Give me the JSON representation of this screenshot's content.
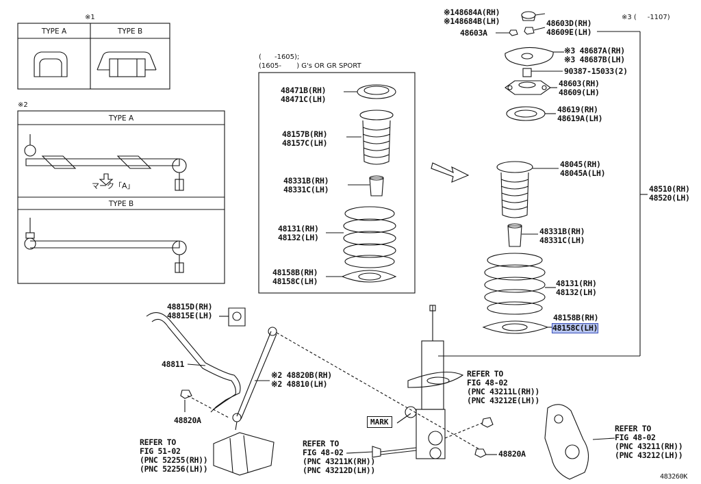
{
  "type_a_b_box": {
    "note": "※1",
    "col_a": "TYPE A",
    "col_b": "TYPE B"
  },
  "link_box": {
    "note": "※2",
    "type_a": "TYPE A",
    "type_b": "TYPE B",
    "mark_caption": "マーク「A」"
  },
  "variant_box": {
    "line1": "(      -1605);",
    "line2": "(1605-       ) G's OR GR SPORT"
  },
  "note3": "※3 (     -1107)",
  "parts_left": {
    "p48471": "48471B(RH)\n48471C(LH)",
    "p48157": "48157B(RH)\n48157C(LH)",
    "p48331": "48331B(RH)\n48331C(LH)",
    "p48131": "48131(RH)\n48132(LH)",
    "p48158": "48158B(RH)\n48158C(LH)"
  },
  "parts_right": {
    "p48684": "※148684A(RH)\n※148684B(LH)",
    "p48603A": "48603A",
    "p48603D": "48603D(RH)\n48609E(LH)",
    "p48687": "※3 48687A(RH)\n※3 48687B(LH)",
    "p90387": "90387-15033(2)",
    "p48603": "48603(RH)\n48609(LH)",
    "p48619": "48619(RH)\n48619A(LH)",
    "p48045": "48045(RH)\n48045A(LH)",
    "p48331": "48331B(RH)\n48331C(LH)",
    "p48131": "48131(RH)\n48132(LH)",
    "p48158B": "48158B(RH)",
    "p48158C": "48158C(LH)",
    "p48510": "48510(RH)\n48520(LH)"
  },
  "parts_bottom": {
    "p48815": "48815D(RH)\n48815E(LH)",
    "p48811": "48811",
    "p48820B": "※2 48820B(RH)\n※2 48810(LH)",
    "p48820A_left": "48820A",
    "p48820A_right": "48820A",
    "ref_51": "REFER TO\nFIG 51-02\n(PNC 52255(RH))\n(PNC 52256(LH))",
    "ref_48_bolt": "REFER TO\nFIG 48-02\n(PNC 43211K(RH))\n(PNC 43212D(LH))",
    "ref_48_strut": "REFER TO\nFIG 48-02\n(PNC 43211L(RH))\n(PNC 43212E(LH))",
    "ref_48_knuckle": "REFER TO\nFIG 48-02\n(PNC 43211(RH))\n(PNC 43212(LH))",
    "mark": "MARK"
  },
  "figure_id": "483260K"
}
